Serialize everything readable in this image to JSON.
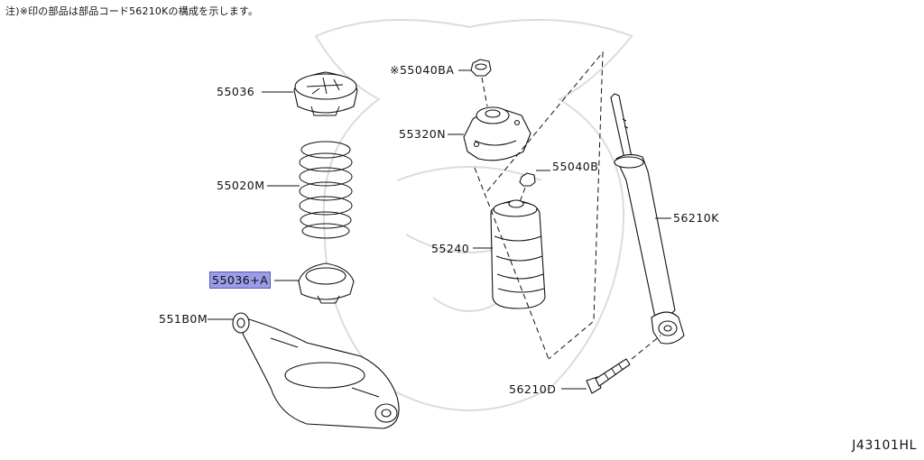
{
  "note": "注)※印の部品は部品コード56210Kの構成を示します。",
  "diagram_code": "J43101HL",
  "labels": {
    "p55036": "55036",
    "p55020M": "55020M",
    "p55036A": "55036+A",
    "p551B0M": "551B0M",
    "p55040BA": "※55040BA",
    "p55320N": "55320N",
    "p55040B": "55040B",
    "p55240": "55240",
    "p56210K": "56210K",
    "p56210D": "56210D"
  }
}
